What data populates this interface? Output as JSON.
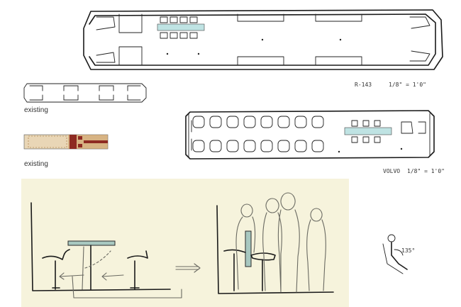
{
  "labels": {
    "existing_top": "existing",
    "existing_bottom": "existing",
    "scale_top_model": "R-143",
    "scale_top_ratio": "1/8\" = 1'0\"",
    "scale_bus_model": "VOLVO",
    "scale_bus_ratio": "1/8\" = 1'0\"",
    "angle": "135°"
  },
  "colors": {
    "table_accent": "#bfe3e3",
    "paper": "#f6f3dc",
    "seat_fill": "#c9975a",
    "seat_red": "#8e2a22"
  }
}
